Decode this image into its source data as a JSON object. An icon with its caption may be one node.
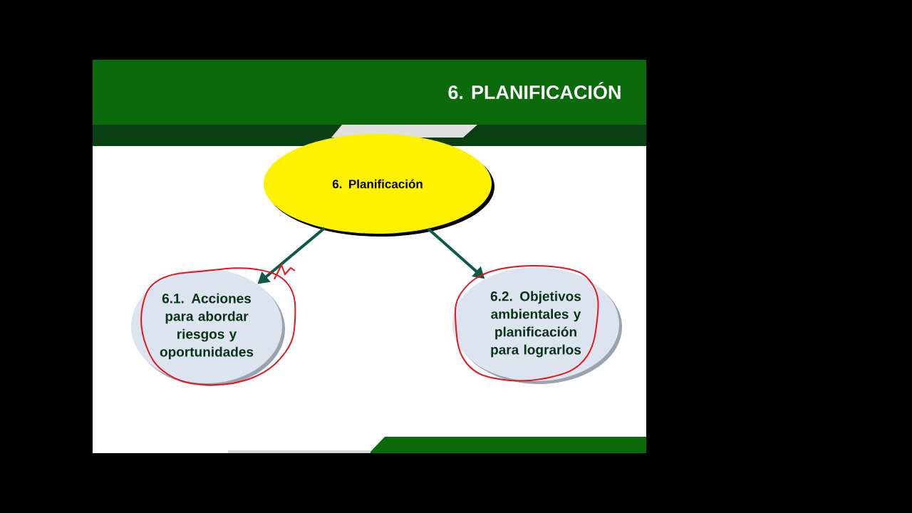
{
  "diagram": {
    "title": "6. PLANIFICACIÓN",
    "nodes": [
      {
        "text": [
          "6. Planificación"
        ]
      },
      {
        "text": [
          "6.1. Acciones para abordar riesgos y oportunidades"
        ]
      },
      {
        "text": [
          "6.2. Objetivos ambientales y planificación para lograrlos"
        ]
      }
    ],
    "edges": [
      {
        "from": 0,
        "to": 1,
        "arrow": "to"
      },
      {
        "from": 0,
        "to": 2,
        "arrow": "to"
      }
    ]
  }
}
